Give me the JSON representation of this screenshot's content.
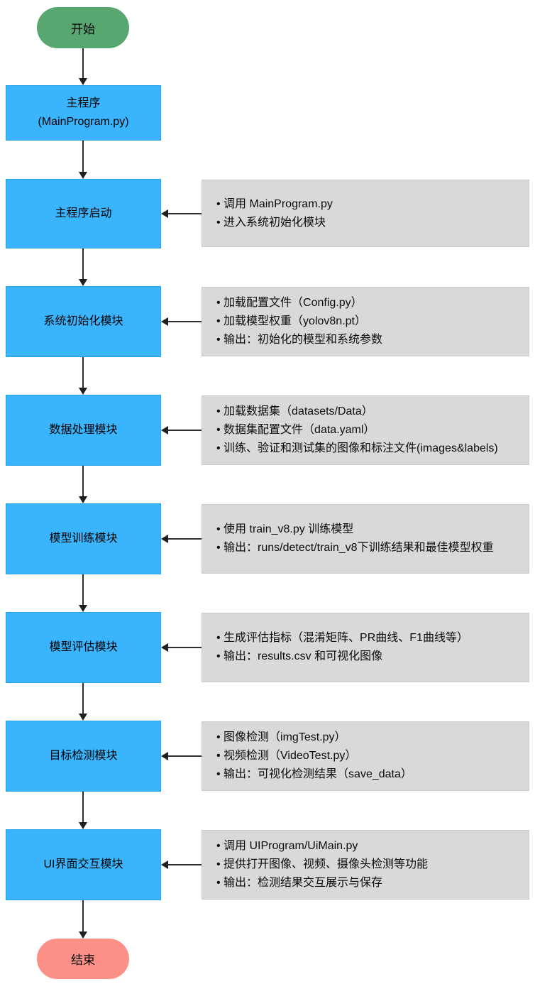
{
  "diagram": {
    "title_hint": "YOLOv8 program flow diagram",
    "colors": {
      "start_bg": "#58A770",
      "end_bg": "#FB9186",
      "process_bg": "#3AB4FC",
      "note_bg": "#D9D9D9",
      "arrow": "#2E2E2E"
    },
    "start": {
      "label": "开始"
    },
    "end": {
      "label": "结束"
    },
    "nodes": [
      {
        "label": "主程序\n(MainProgram.py)",
        "notes": []
      },
      {
        "label": "主程序启动",
        "notes": [
          "调用 MainProgram.py",
          "进入系统初始化模块"
        ]
      },
      {
        "label": "系统初始化模块",
        "notes": [
          "加载配置文件（Config.py）",
          "加载模型权重（yolov8n.pt）",
          "输出：初始化的模型和系统参数"
        ]
      },
      {
        "label": "数据处理模块",
        "notes": [
          "加载数据集（datasets/Data）",
          "数据集配置文件（data.yaml）",
          "训练、验证和测试集的图像和标注文件(images&labels)"
        ]
      },
      {
        "label": "模型训练模块",
        "notes": [
          "使用 train_v8.py 训练模型",
          "输出：runs/detect/train_v8下训练结果和最佳模型权重"
        ]
      },
      {
        "label": "模型评估模块",
        "notes": [
          "生成评估指标（混淆矩阵、PR曲线、F1曲线等）",
          "输出：results.csv 和可视化图像"
        ]
      },
      {
        "label": "目标检测模块",
        "notes": [
          "图像检测（imgTest.py）",
          "视频检测（VideoTest.py）",
          "输出：可视化检测结果（save_data）"
        ]
      },
      {
        "label": "UI界面交互模块",
        "notes": [
          "调用 UIProgram/UiMain.py",
          "提供打开图像、视频、摄像头检测等功能",
          "输出：检测结果交互展示与保存"
        ]
      }
    ]
  }
}
